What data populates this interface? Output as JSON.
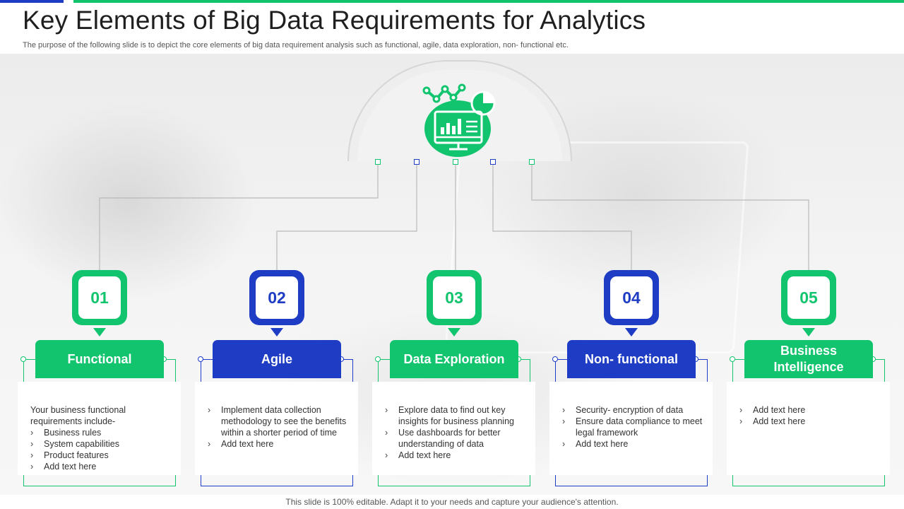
{
  "slide": {
    "title": "Key Elements of Big Data Requirements for Analytics",
    "subtitle": "The purpose of the following slide is to depict the core elements of big data requirement analysis such as functional, agile, data exploration, non- functional etc.",
    "footer": "This slide is 100% editable. Adapt it to your needs and capture your audience's attention."
  },
  "colors": {
    "green": "#12c46e",
    "blue": "#1f3cc4"
  },
  "hero": {
    "icon": "analytics-dashboard-icon"
  },
  "items": [
    {
      "number": "01",
      "heading": "Functional",
      "color": "green",
      "intro": "Your business functional requirements include-",
      "bullets": [
        "Business rules",
        "System capabilities",
        "Product features",
        "Add text here"
      ]
    },
    {
      "number": "02",
      "heading": "Agile",
      "color": "blue",
      "intro": "",
      "bullets": [
        "Implement data collection methodology to see the benefits within a shorter period of time",
        "Add text here"
      ]
    },
    {
      "number": "03",
      "heading": "Data Exploration",
      "color": "green",
      "intro": "",
      "bullets": [
        "Explore data to find out key insights for business planning",
        "Use dashboards for better understanding of data",
        "Add text here"
      ]
    },
    {
      "number": "04",
      "heading": "Non- functional",
      "color": "blue",
      "intro": "",
      "bullets": [
        "Security- encryption of data",
        "Ensure data compliance to meet legal framework",
        "Add text here"
      ]
    },
    {
      "number": "05",
      "heading": "Business Intelligence",
      "color": "green",
      "intro": "",
      "bullets": [
        "Add text here",
        "Add text here"
      ]
    }
  ]
}
